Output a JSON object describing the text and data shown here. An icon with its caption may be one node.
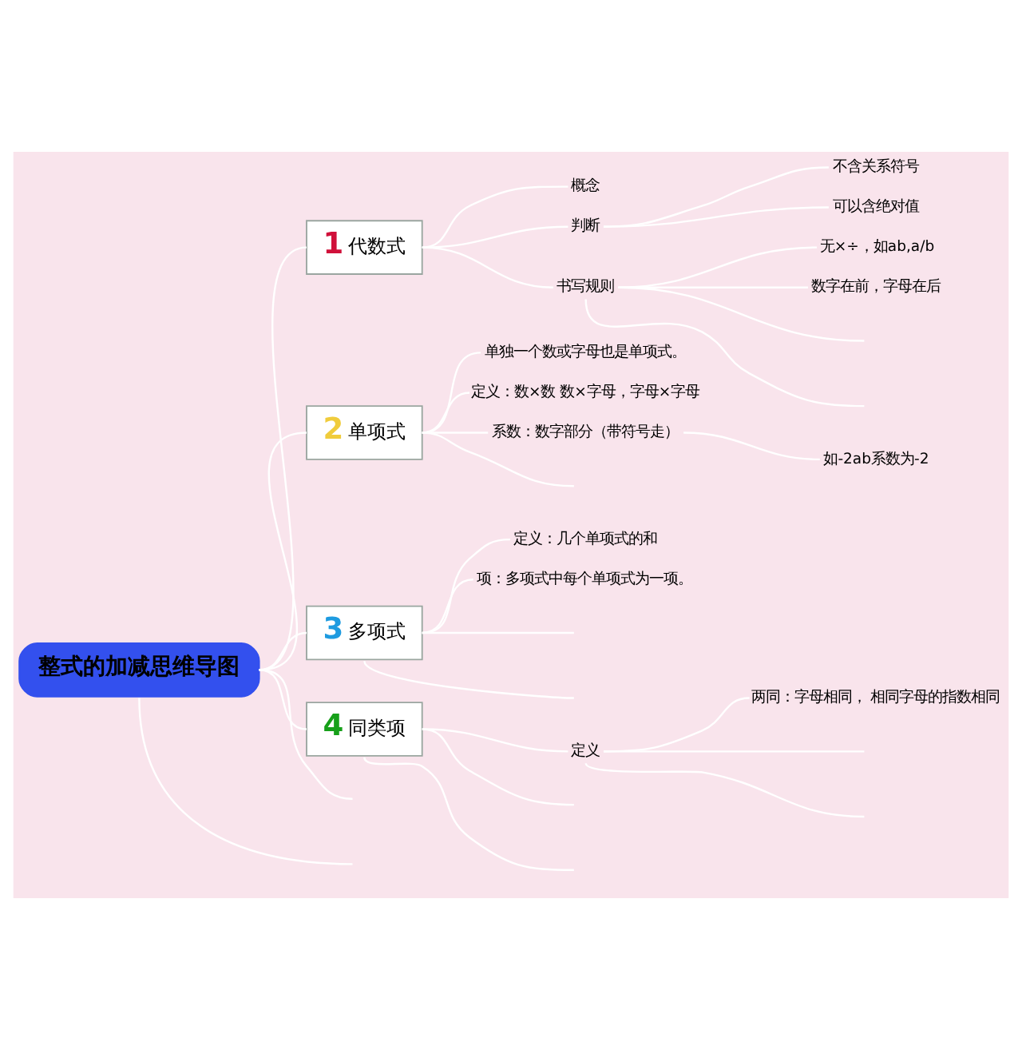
{
  "diagram": {
    "nodes": [
      {
        "text": [
          "整式的加减思维导图"
        ]
      },
      {
        "text": [
          "1",
          "代数式"
        ]
      },
      {
        "text": [
          "概念"
        ]
      },
      {
        "text": [
          "判断"
        ]
      },
      {
        "text": [
          "不含关系符号"
        ]
      },
      {
        "text": [
          "可以含绝对值"
        ]
      },
      {
        "text": [
          "书写规则"
        ]
      },
      {
        "text": [
          "无×÷，如ab,a/b"
        ]
      },
      {
        "text": [
          "数字在前，字母在后"
        ]
      },
      {
        "text": [
          "2",
          "单项式"
        ]
      },
      {
        "text": [
          "单独一个数或字母也是单项式。"
        ]
      },
      {
        "text": [
          "定义：数×数 数×字母，字母×字母"
        ]
      },
      {
        "text": [
          "系数：数字部分（带符号走）"
        ]
      },
      {
        "text": [
          "如-2ab系数为-2"
        ]
      },
      {
        "text": [
          "3",
          "多项式"
        ]
      },
      {
        "text": [
          "定义：几个单项式的和"
        ]
      },
      {
        "text": [
          "项：多项式中每个单项式为一项。"
        ]
      },
      {
        "text": [
          "4",
          "同类项"
        ]
      },
      {
        "text": [
          "定义"
        ]
      },
      {
        "text": [
          "两同：字母相同， 相同字母的指数相同"
        ]
      }
    ],
    "edges": [
      {
        "from": 0,
        "to": 1,
        "arrow": "none"
      },
      {
        "from": 0,
        "to": 9,
        "arrow": "none"
      },
      {
        "from": 0,
        "to": 14,
        "arrow": "none"
      },
      {
        "from": 0,
        "to": 17,
        "arrow": "none"
      },
      {
        "from": 0,
        "to": null,
        "arrow": "none"
      },
      {
        "from": 0,
        "to": null,
        "arrow": "none"
      },
      {
        "from": 1,
        "to": 2,
        "arrow": "none"
      },
      {
        "from": 1,
        "to": 3,
        "arrow": "none"
      },
      {
        "from": 1,
        "to": 6,
        "arrow": "none"
      },
      {
        "from": 3,
        "to": 4,
        "arrow": "none"
      },
      {
        "from": 3,
        "to": 5,
        "arrow": "none"
      },
      {
        "from": 6,
        "to": 7,
        "arrow": "none"
      },
      {
        "from": 6,
        "to": 8,
        "arrow": "none"
      },
      {
        "from": 6,
        "to": null,
        "arrow": "none"
      },
      {
        "from": 6,
        "to": null,
        "arrow": "none"
      },
      {
        "from": 9,
        "to": 10,
        "arrow": "none"
      },
      {
        "from": 9,
        "to": 11,
        "arrow": "none"
      },
      {
        "from": 9,
        "to": 12,
        "arrow": "none"
      },
      {
        "from": 9,
        "to": null,
        "arrow": "none"
      },
      {
        "from": 12,
        "to": 13,
        "arrow": "none"
      },
      {
        "from": 14,
        "to": 15,
        "arrow": "none"
      },
      {
        "from": 14,
        "to": 16,
        "arrow": "none"
      },
      {
        "from": 14,
        "to": null,
        "arrow": "none"
      },
      {
        "from": 14,
        "to": null,
        "arrow": "none"
      },
      {
        "from": 17,
        "to": 18,
        "arrow": "none"
      },
      {
        "from": 17,
        "to": null,
        "arrow": "none"
      },
      {
        "from": 17,
        "to": null,
        "arrow": "none"
      },
      {
        "from": 18,
        "to": 19,
        "arrow": "none"
      },
      {
        "from": 18,
        "to": null,
        "arrow": "none"
      },
      {
        "from": 18,
        "to": null,
        "arrow": "none"
      }
    ]
  }
}
